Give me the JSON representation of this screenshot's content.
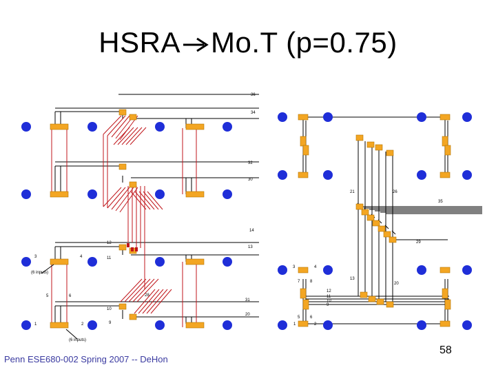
{
  "slide": {
    "title_left": "HSRA",
    "title_right": "Mo.T (p=0.75)",
    "footer": "Penn ESE680-002 Spring 2007 -- DeHon",
    "page_number": "58"
  },
  "colors": {
    "node": "#1f2ed8",
    "switch": "#f3a623",
    "switch_border": "#b47400",
    "wire": "#000000",
    "red_wire": "#c0161b"
  },
  "left_diagram": {
    "labels": [
      "36",
      "34",
      "32",
      "30",
      "14",
      "12",
      "13",
      "11",
      "3",
      "4",
      "(6 inputs)",
      "5",
      "6",
      "28",
      "10",
      "31",
      "9",
      "20",
      "1",
      "2",
      "(6 inputs)"
    ]
  },
  "right_diagram": {
    "labels": [
      "21",
      "26",
      "35",
      "29",
      "3",
      "4",
      "7",
      "8",
      "13",
      "12",
      "11",
      "10",
      "9",
      "20",
      "5",
      "6",
      "1",
      "2"
    ]
  }
}
